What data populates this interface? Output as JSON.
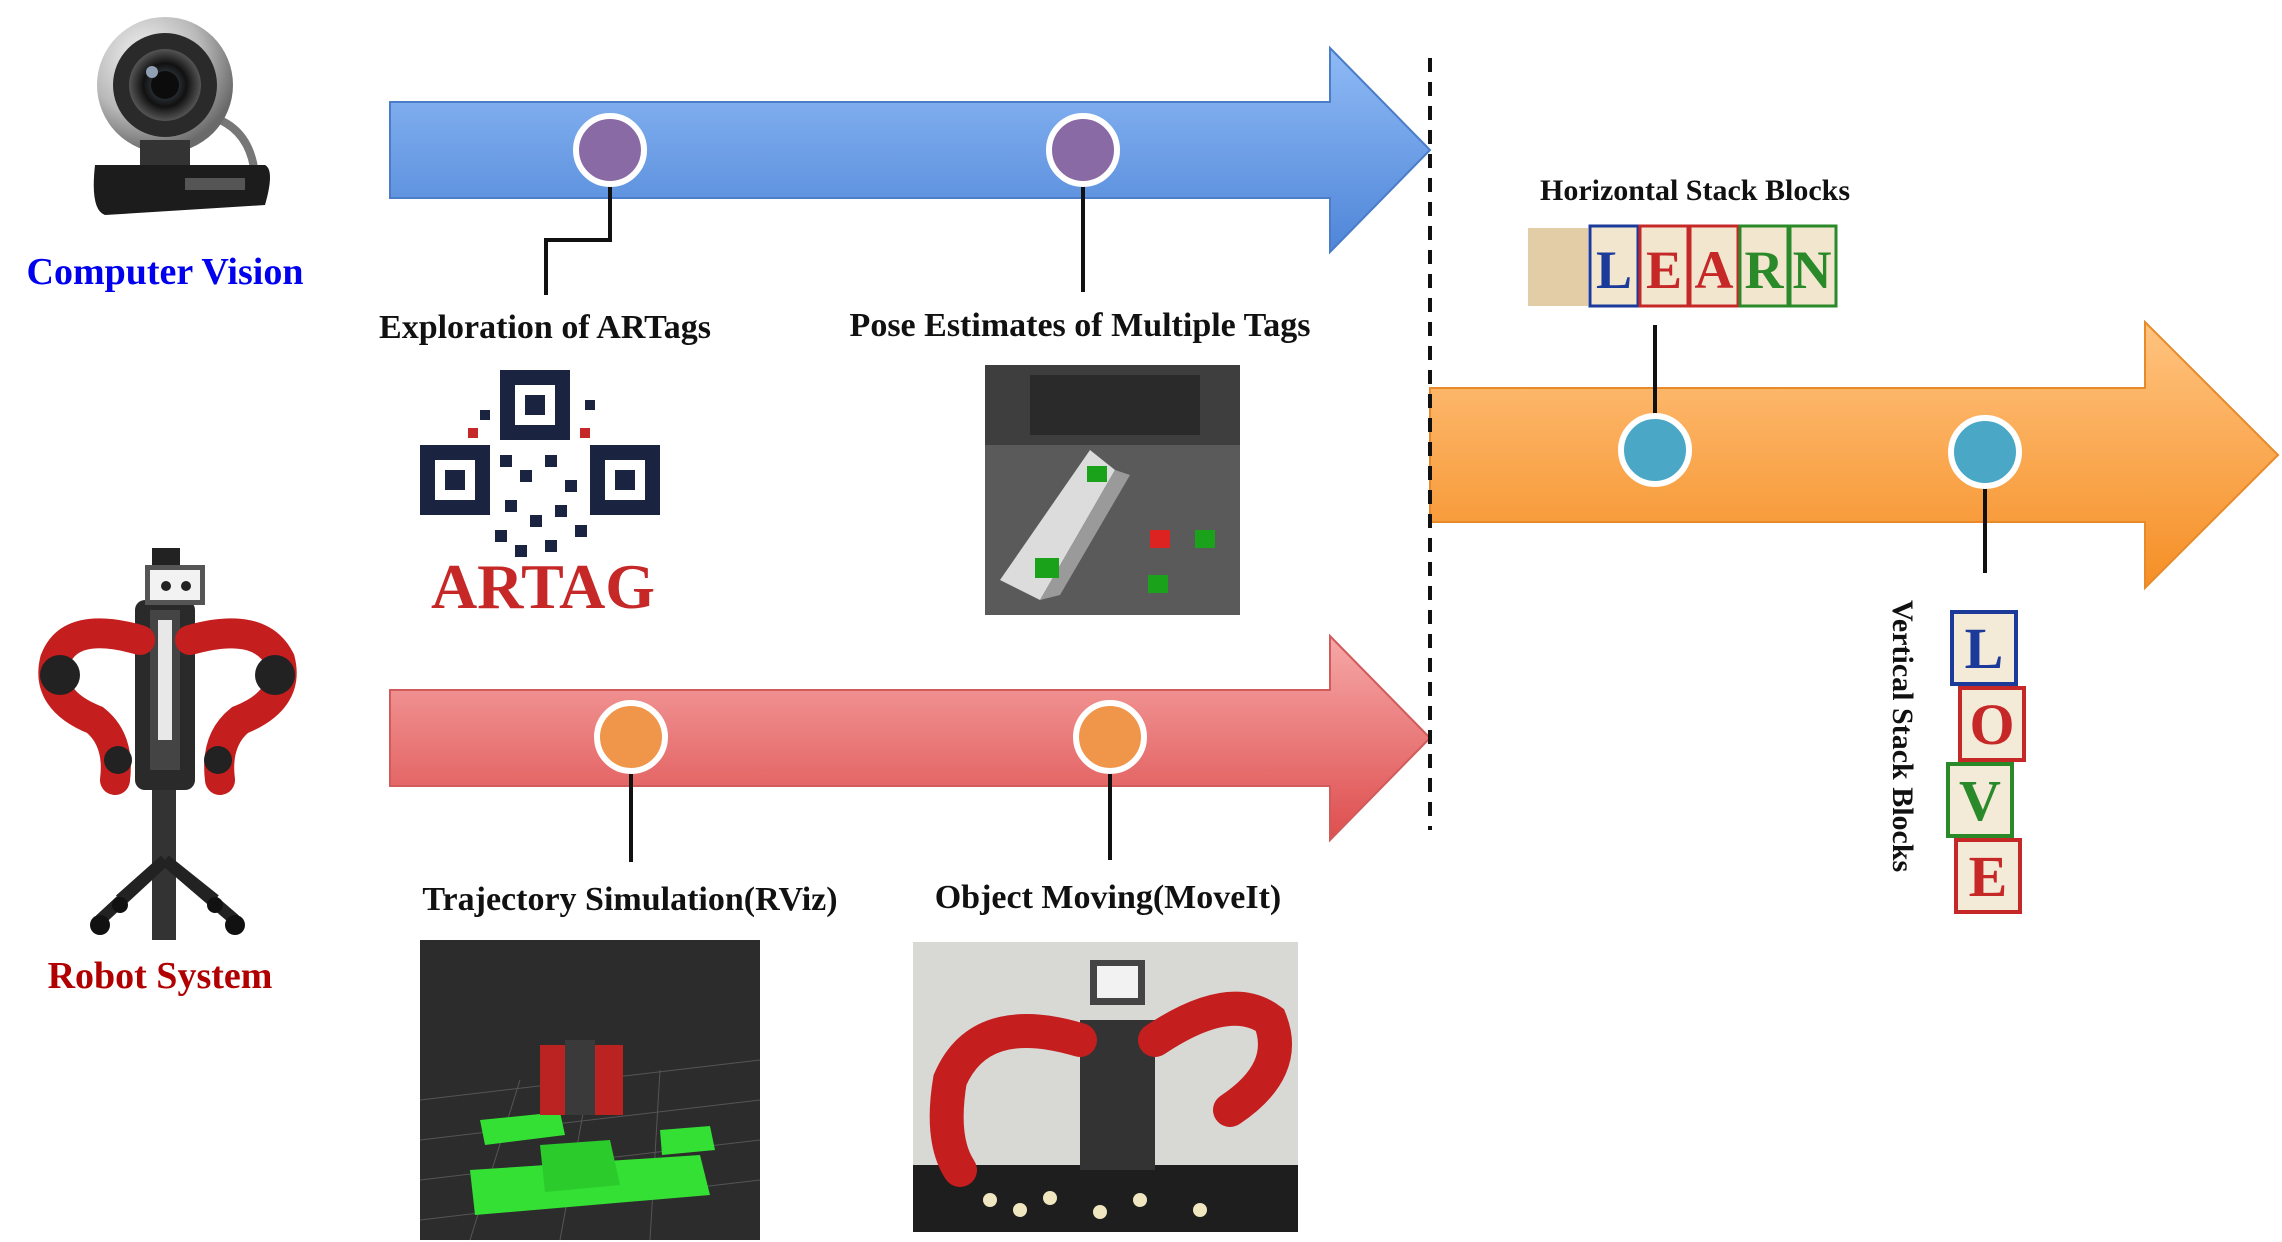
{
  "diagram": {
    "left_labels": {
      "computer_vision": "Computer Vision",
      "robot_system": "Robot System"
    },
    "milestones": {
      "exploration": "Exploration of ARTags",
      "pose_estimates": "Pose Estimates of Multiple Tags",
      "trajectory": "Trajectory Simulation(RViz)",
      "object_moving": "Object Moving(MoveIt)",
      "horizontal": "Horizontal Stack Blocks",
      "vertical": "Vertical Stack Blocks"
    },
    "artag_logo_text": "ARTAG",
    "blocks_horizontal": [
      "L",
      "E",
      "A",
      "R",
      "N"
    ],
    "blocks_vertical": [
      "L",
      "O",
      "V",
      "E"
    ],
    "colors": {
      "cv_label": "#0000ee",
      "robot_label": "#b00000",
      "arrow_blue": "#6ea6f0",
      "arrow_red": "#ef7c7c",
      "arrow_orange": "#f7a34a",
      "node_purple": "#8a6aa4",
      "node_orange": "#f0964a",
      "node_teal": "#4aa8c6"
    },
    "icons": [
      "webcam-icon",
      "robot-icon"
    ]
  }
}
